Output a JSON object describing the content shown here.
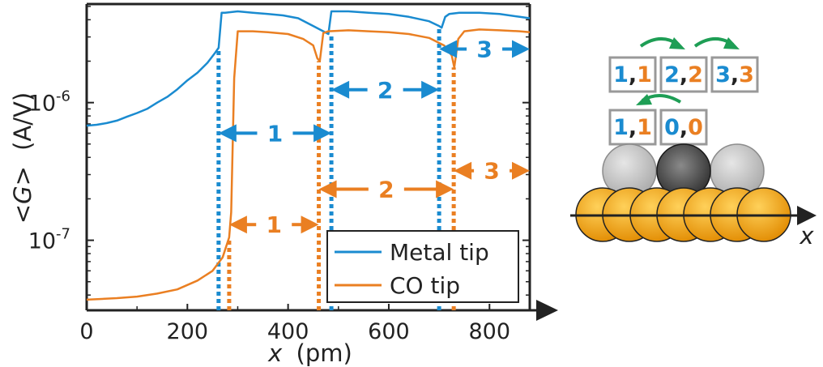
{
  "colors": {
    "metal": "#1a8bd0",
    "co": "#ea7f22",
    "green_arrow": "#1e9e55",
    "gold_atom": "#f2a10f",
    "grey_atom": "#c4c4c4",
    "dark_atom": "#444444"
  },
  "chart_data": {
    "type": "line",
    "x_axis": {
      "label_var": "x",
      "label_unit": "(pm)",
      "lim": [
        0,
        880
      ],
      "ticks": [
        0,
        200,
        400,
        600,
        800
      ]
    },
    "y_axis": {
      "label_var": "<G>",
      "label_unit": "(A/V)",
      "scale": "log",
      "lim": [
        3.1e-08,
        5.2e-06
      ],
      "ticks": [
        {
          "value": 1e-06,
          "base": "10",
          "exp": "-6"
        },
        {
          "value": 1e-07,
          "base": "10",
          "exp": "-7"
        }
      ]
    },
    "legend": {
      "placement": "bottom-right",
      "items": [
        "Metal tip",
        "CO tip"
      ]
    },
    "series": [
      {
        "name": "Metal tip",
        "color_key": "metal",
        "x": [
          0,
          20,
          40,
          60,
          80,
          100,
          120,
          140,
          160,
          180,
          200,
          220,
          240,
          255,
          262,
          268,
          275,
          300,
          330,
          360,
          390,
          420,
          450,
          470,
          480,
          486,
          495,
          520,
          560,
          600,
          640,
          680,
          700,
          705,
          712,
          720,
          740,
          780,
          820,
          860,
          880
        ],
        "y": [
          6.8e-07,
          6.9e-07,
          7.1e-07,
          7.4e-07,
          7.9e-07,
          8.4e-07,
          9e-07,
          1e-06,
          1.1e-06,
          1.25e-06,
          1.45e-06,
          1.65e-06,
          1.95e-06,
          2.3e-06,
          2.5e-06,
          4.5e-06,
          4.5e-06,
          4.6e-06,
          4.5e-06,
          4.4e-06,
          4.3e-06,
          4.1e-06,
          3.6e-06,
          3.3e-06,
          3.15e-06,
          4.6e-06,
          4.6e-06,
          4.6e-06,
          4.5e-06,
          4.4e-06,
          4.2e-06,
          3.9e-06,
          3.6e-06,
          3.5e-06,
          4.2e-06,
          4.4e-06,
          4.5e-06,
          4.5e-06,
          4.4e-06,
          4.2e-06,
          4.1e-06
        ]
      },
      {
        "name": "CO tip",
        "color_key": "co",
        "x": [
          0,
          30,
          60,
          100,
          140,
          180,
          220,
          250,
          270,
          283,
          287,
          293,
          300,
          330,
          360,
          400,
          430,
          450,
          458,
          463,
          470,
          480,
          520,
          560,
          600,
          640,
          680,
          710,
          725,
          730,
          738,
          750,
          780,
          820,
          860,
          880
        ],
        "y": [
          3.7e-08,
          3.75e-08,
          3.8e-08,
          3.9e-08,
          4.1e-08,
          4.4e-08,
          5.1e-08,
          6e-08,
          7.5e-08,
          1.05e-07,
          1.6e-07,
          1.5e-06,
          3.3e-06,
          3.3e-06,
          3.25e-06,
          3.15e-06,
          2.9e-06,
          2.6e-06,
          2.1e-06,
          2e-06,
          3.2e-06,
          3.3e-06,
          3.35e-06,
          3.3e-06,
          3.25e-06,
          3.15e-06,
          2.95e-06,
          2.6e-06,
          2.2e-06,
          1.8e-06,
          2.9e-06,
          3.3e-06,
          3.4e-06,
          3.35e-06,
          3.3e-06,
          3.25e-06
        ]
      }
    ],
    "boundaries": [
      {
        "x": 262,
        "color_key": "metal",
        "y_top": 2.4e-06
      },
      {
        "x": 283,
        "color_key": "co",
        "y_top": 1.05e-07
      },
      {
        "x": 461,
        "color_key": "co",
        "y_top": 2e-06
      },
      {
        "x": 486,
        "color_key": "metal",
        "y_top": 3.15e-06
      },
      {
        "x": 700,
        "color_key": "metal",
        "y_top": 3.5e-06
      },
      {
        "x": 729,
        "color_key": "co",
        "y_top": 1.8e-06
      }
    ],
    "region_arrows": [
      {
        "label": "1",
        "color_key": "metal",
        "x1": 262,
        "x2": 486,
        "y": 6e-07
      },
      {
        "label": "2",
        "color_key": "metal",
        "x1": 486,
        "x2": 700,
        "y": 1.24e-06
      },
      {
        "label": "3",
        "color_key": "metal",
        "x1": 700,
        "x2": 880,
        "y": 2.45e-06
      },
      {
        "label": "1",
        "color_key": "co",
        "x1": 283,
        "x2": 461,
        "y": 1.3e-07
      },
      {
        "label": "2",
        "color_key": "co",
        "x1": 461,
        "x2": 729,
        "y": 2.35e-07
      },
      {
        "label": "3",
        "color_key": "co",
        "x1": 729,
        "x2": 880,
        "y": 3.2e-07
      }
    ]
  },
  "schematic": {
    "top_row": [
      {
        "a": "1",
        "b": "1"
      },
      {
        "a": "2",
        "b": "2"
      },
      {
        "a": "3",
        "b": "3"
      }
    ],
    "bottom_row": [
      {
        "a": "1",
        "b": "1"
      },
      {
        "a": "0",
        "b": "0"
      }
    ],
    "separator": ",",
    "axis_label": "x"
  }
}
